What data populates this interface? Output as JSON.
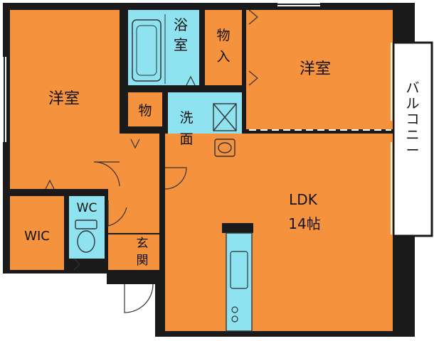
{
  "colors": {
    "wall": "#1a1a1a",
    "room": "#f5923e",
    "wet_area": "#8fe3f0",
    "balcony": "#ffffff",
    "fixture_stroke": "#333333"
  },
  "rooms": {
    "western_left": "洋室",
    "western_right": "洋室",
    "bath": "浴室",
    "storage_top": "物入",
    "storage_small": "物",
    "washroom": "洗面",
    "ldk": "LDK",
    "ldk_size": "14帖",
    "walk_in_closet": "WIC",
    "toilet": "WC",
    "entrance": "玄関",
    "balcony": "バルコニー"
  }
}
